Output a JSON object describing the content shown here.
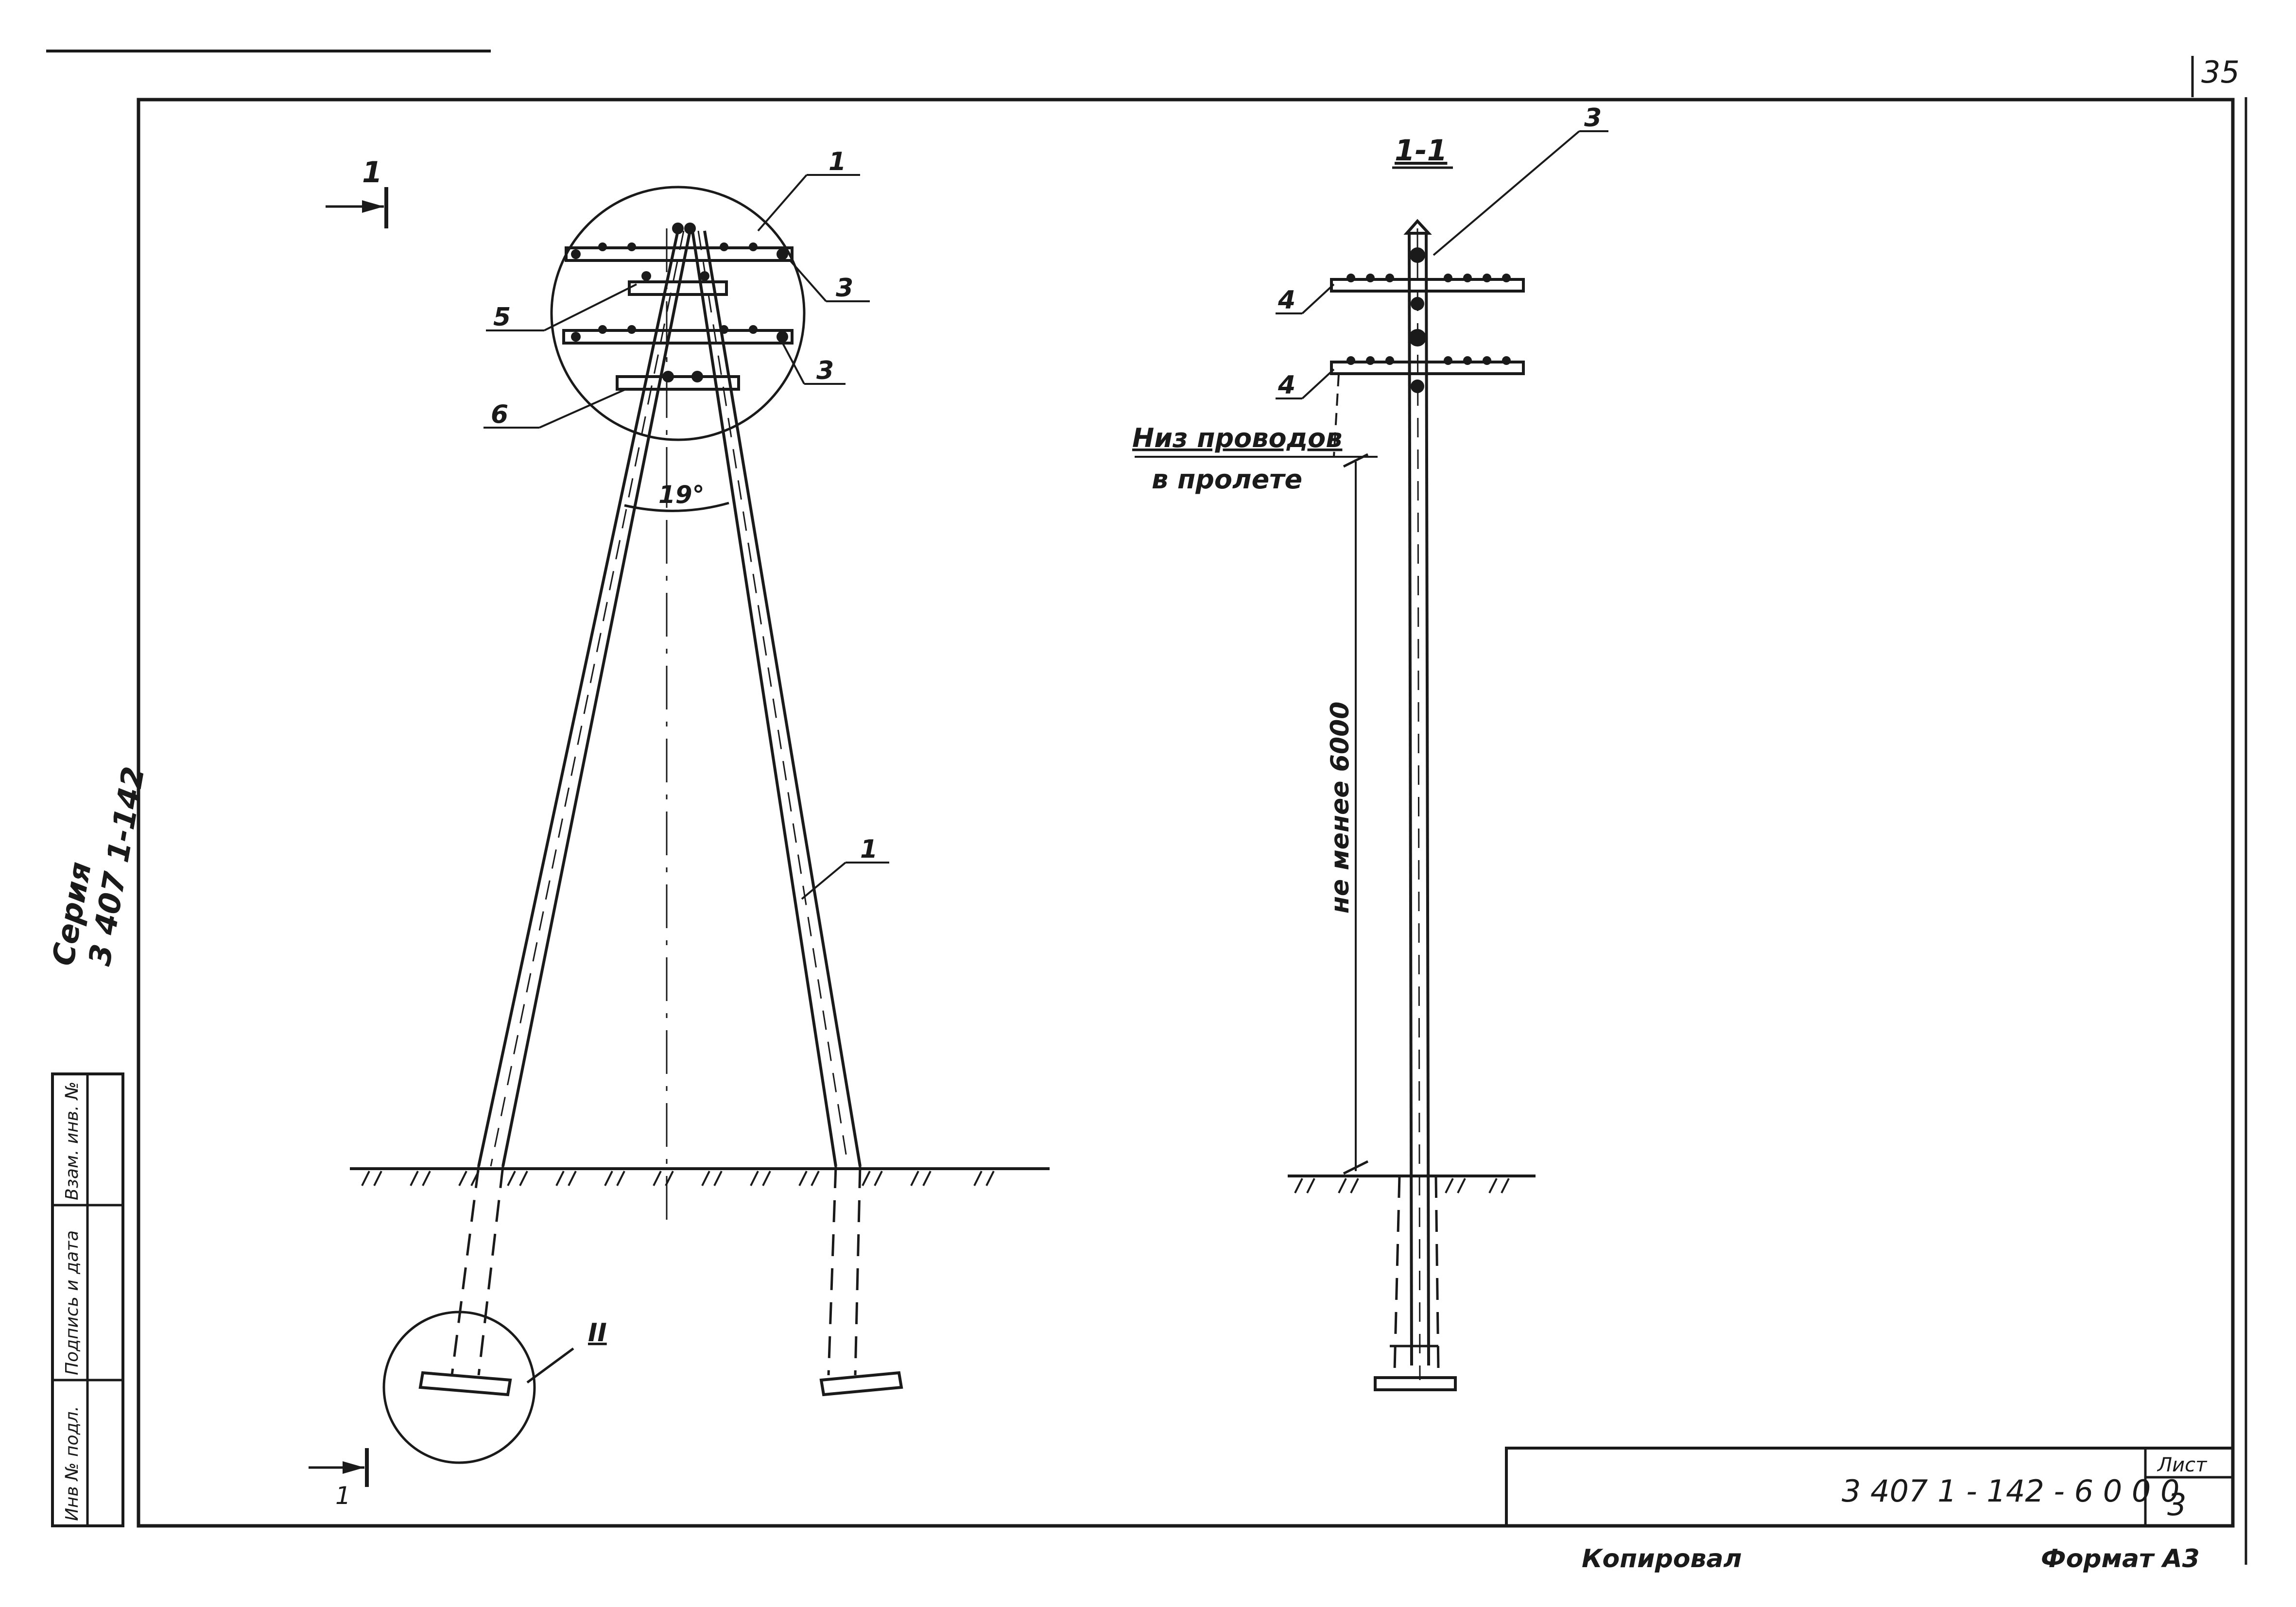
{
  "sheet": {
    "page_number": "35",
    "section_mark": "1",
    "section_title": "1-1",
    "detail_mark": "II"
  },
  "side_stamp": {
    "series_label": "Серия",
    "series_number": "3 407 1-142",
    "inv_no_original": "Инв № подл.",
    "signature_date": "Подпись и дата",
    "replaces_inv_no": "Взам. инв. №"
  },
  "callouts": {
    "front_view": [
      "1",
      "3",
      "5",
      "3",
      "6",
      "1"
    ],
    "side_view": [
      "3",
      "4",
      "4"
    ]
  },
  "dimensions": {
    "angle": "19°",
    "wire_level_line1": "Низ проводов",
    "wire_level_line2": "в пролете",
    "clearance": "не менее 6000"
  },
  "title_block": {
    "document_code": "3 407 1 - 142 - 6 0 0 0",
    "sheet_label": "Лист",
    "sheet_number": "3"
  },
  "footer": {
    "copied_by": "Копировал",
    "format": "Формат А3"
  }
}
